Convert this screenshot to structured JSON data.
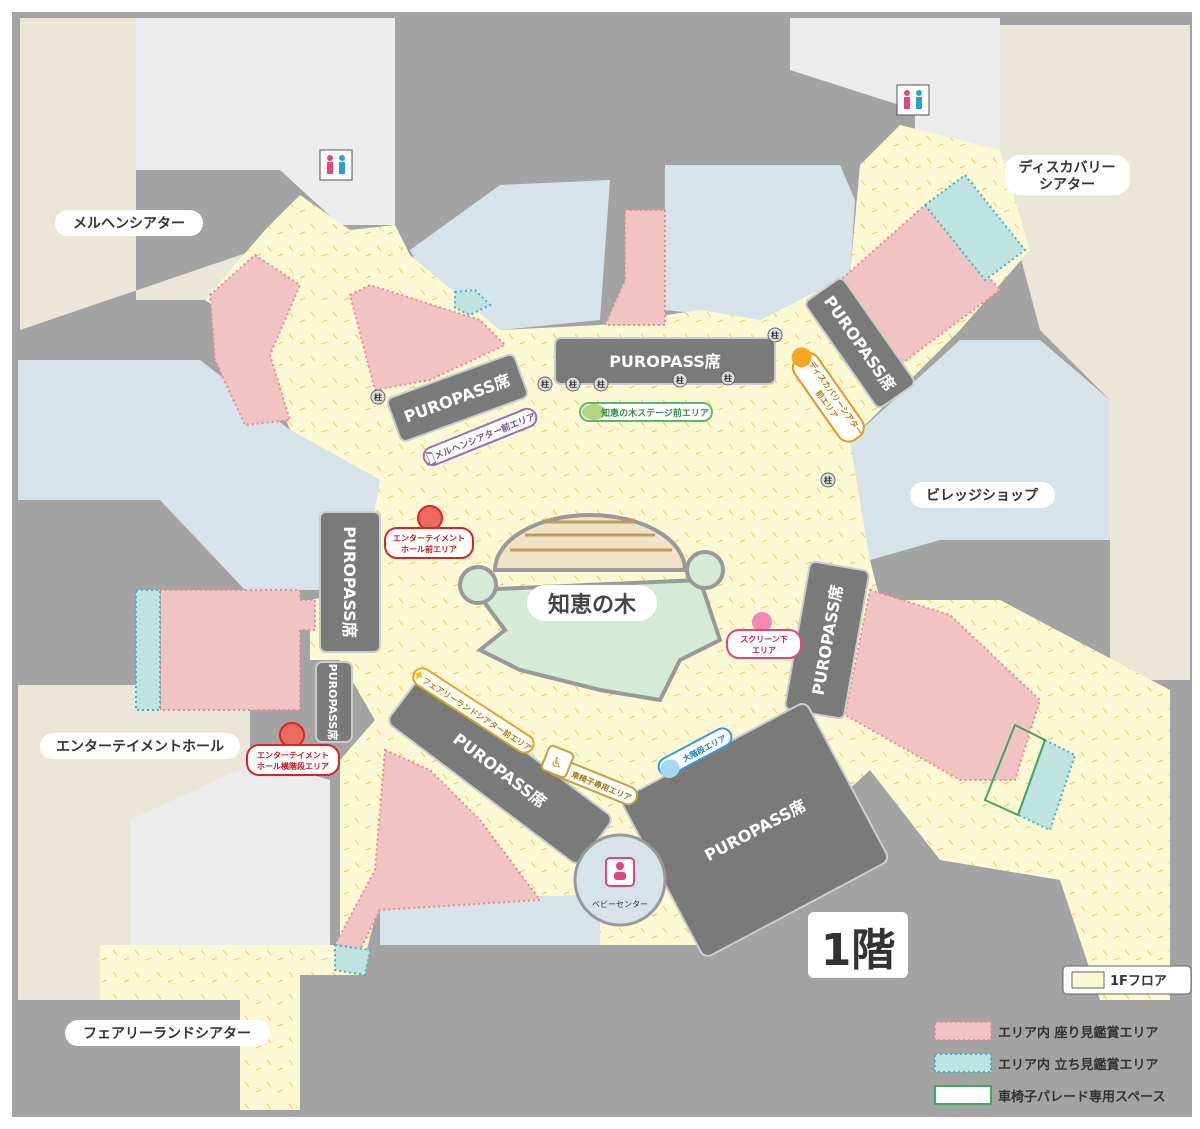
{
  "floor_label": "1階",
  "venues": {
    "marchen": "メルヘンシアター",
    "discovery_1": "ディスカバリー",
    "discovery_2": "シアター",
    "village": "ビレッジショップ",
    "entertainment": "エンターテイメントホール",
    "fairyland": "フェアリーランドシアター",
    "tree": "知恵の木",
    "baby": "ベビーセンター"
  },
  "seats": {
    "label": "PUROPASS席",
    "pillar": "柱"
  },
  "areas": {
    "marchen_front": "メルヘンシアター前エリア",
    "tree_stage": "知恵の木ステージ前エリア",
    "discovery_front_1": "ディスカバリーシアター",
    "discovery_front_2": "前エリア",
    "ent_front_1": "エンターテイメント",
    "ent_front_2": "ホール前エリア",
    "ent_side_1": "エンターテイメント",
    "ent_side_2": "ホール横階段エリア",
    "screen_1": "スクリーン下",
    "screen_2": "エリア",
    "fairy_front": "フェアリーランドシアター前エリア",
    "wheelchair": "車椅子専用エリア",
    "stairs": "大階段エリア"
  },
  "legend": {
    "floor": "1Fフロア",
    "seated": "エリア内 座り見鑑賞エリア",
    "standing": "エリア内 立ち見鑑賞エリア",
    "wheelchair": "車椅子パレード専用スペース"
  },
  "colors": {
    "floor": "#fdf8d4",
    "seated": "#f2c3c3",
    "standing": "#bfe3e0",
    "seat_block": "#7a7a7a",
    "wall": "#a3a3a3",
    "room": "#ececec",
    "blue": "#d7e3ea",
    "beige": "#ece6d8"
  }
}
